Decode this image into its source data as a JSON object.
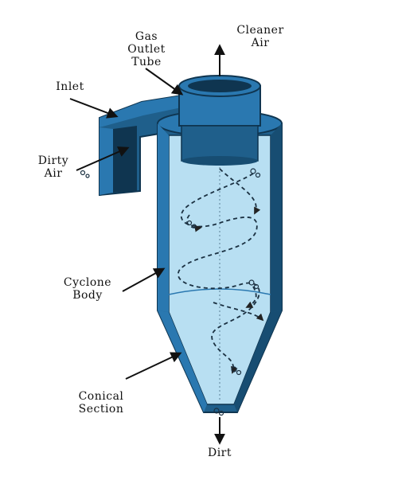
{
  "labels": {
    "gas_outlet_tube": [
      "Gas",
      "Outlet",
      "Tube"
    ],
    "cleaner_air": [
      "Cleaner",
      "Air"
    ],
    "inlet": [
      "Inlet"
    ],
    "dirty_air": [
      "Dirty",
      "Air"
    ],
    "cyclone_body": [
      "Cyclone",
      "Body"
    ],
    "conical_section": [
      "Conical",
      "Section"
    ],
    "dirt": [
      "Dirt"
    ]
  },
  "colors": {
    "body_dark": "#1f5f8b",
    "body_mid": "#2a78b0",
    "inner_light": "#b8dff2",
    "dark_shadow": "#0f3550",
    "text": "#111111"
  }
}
